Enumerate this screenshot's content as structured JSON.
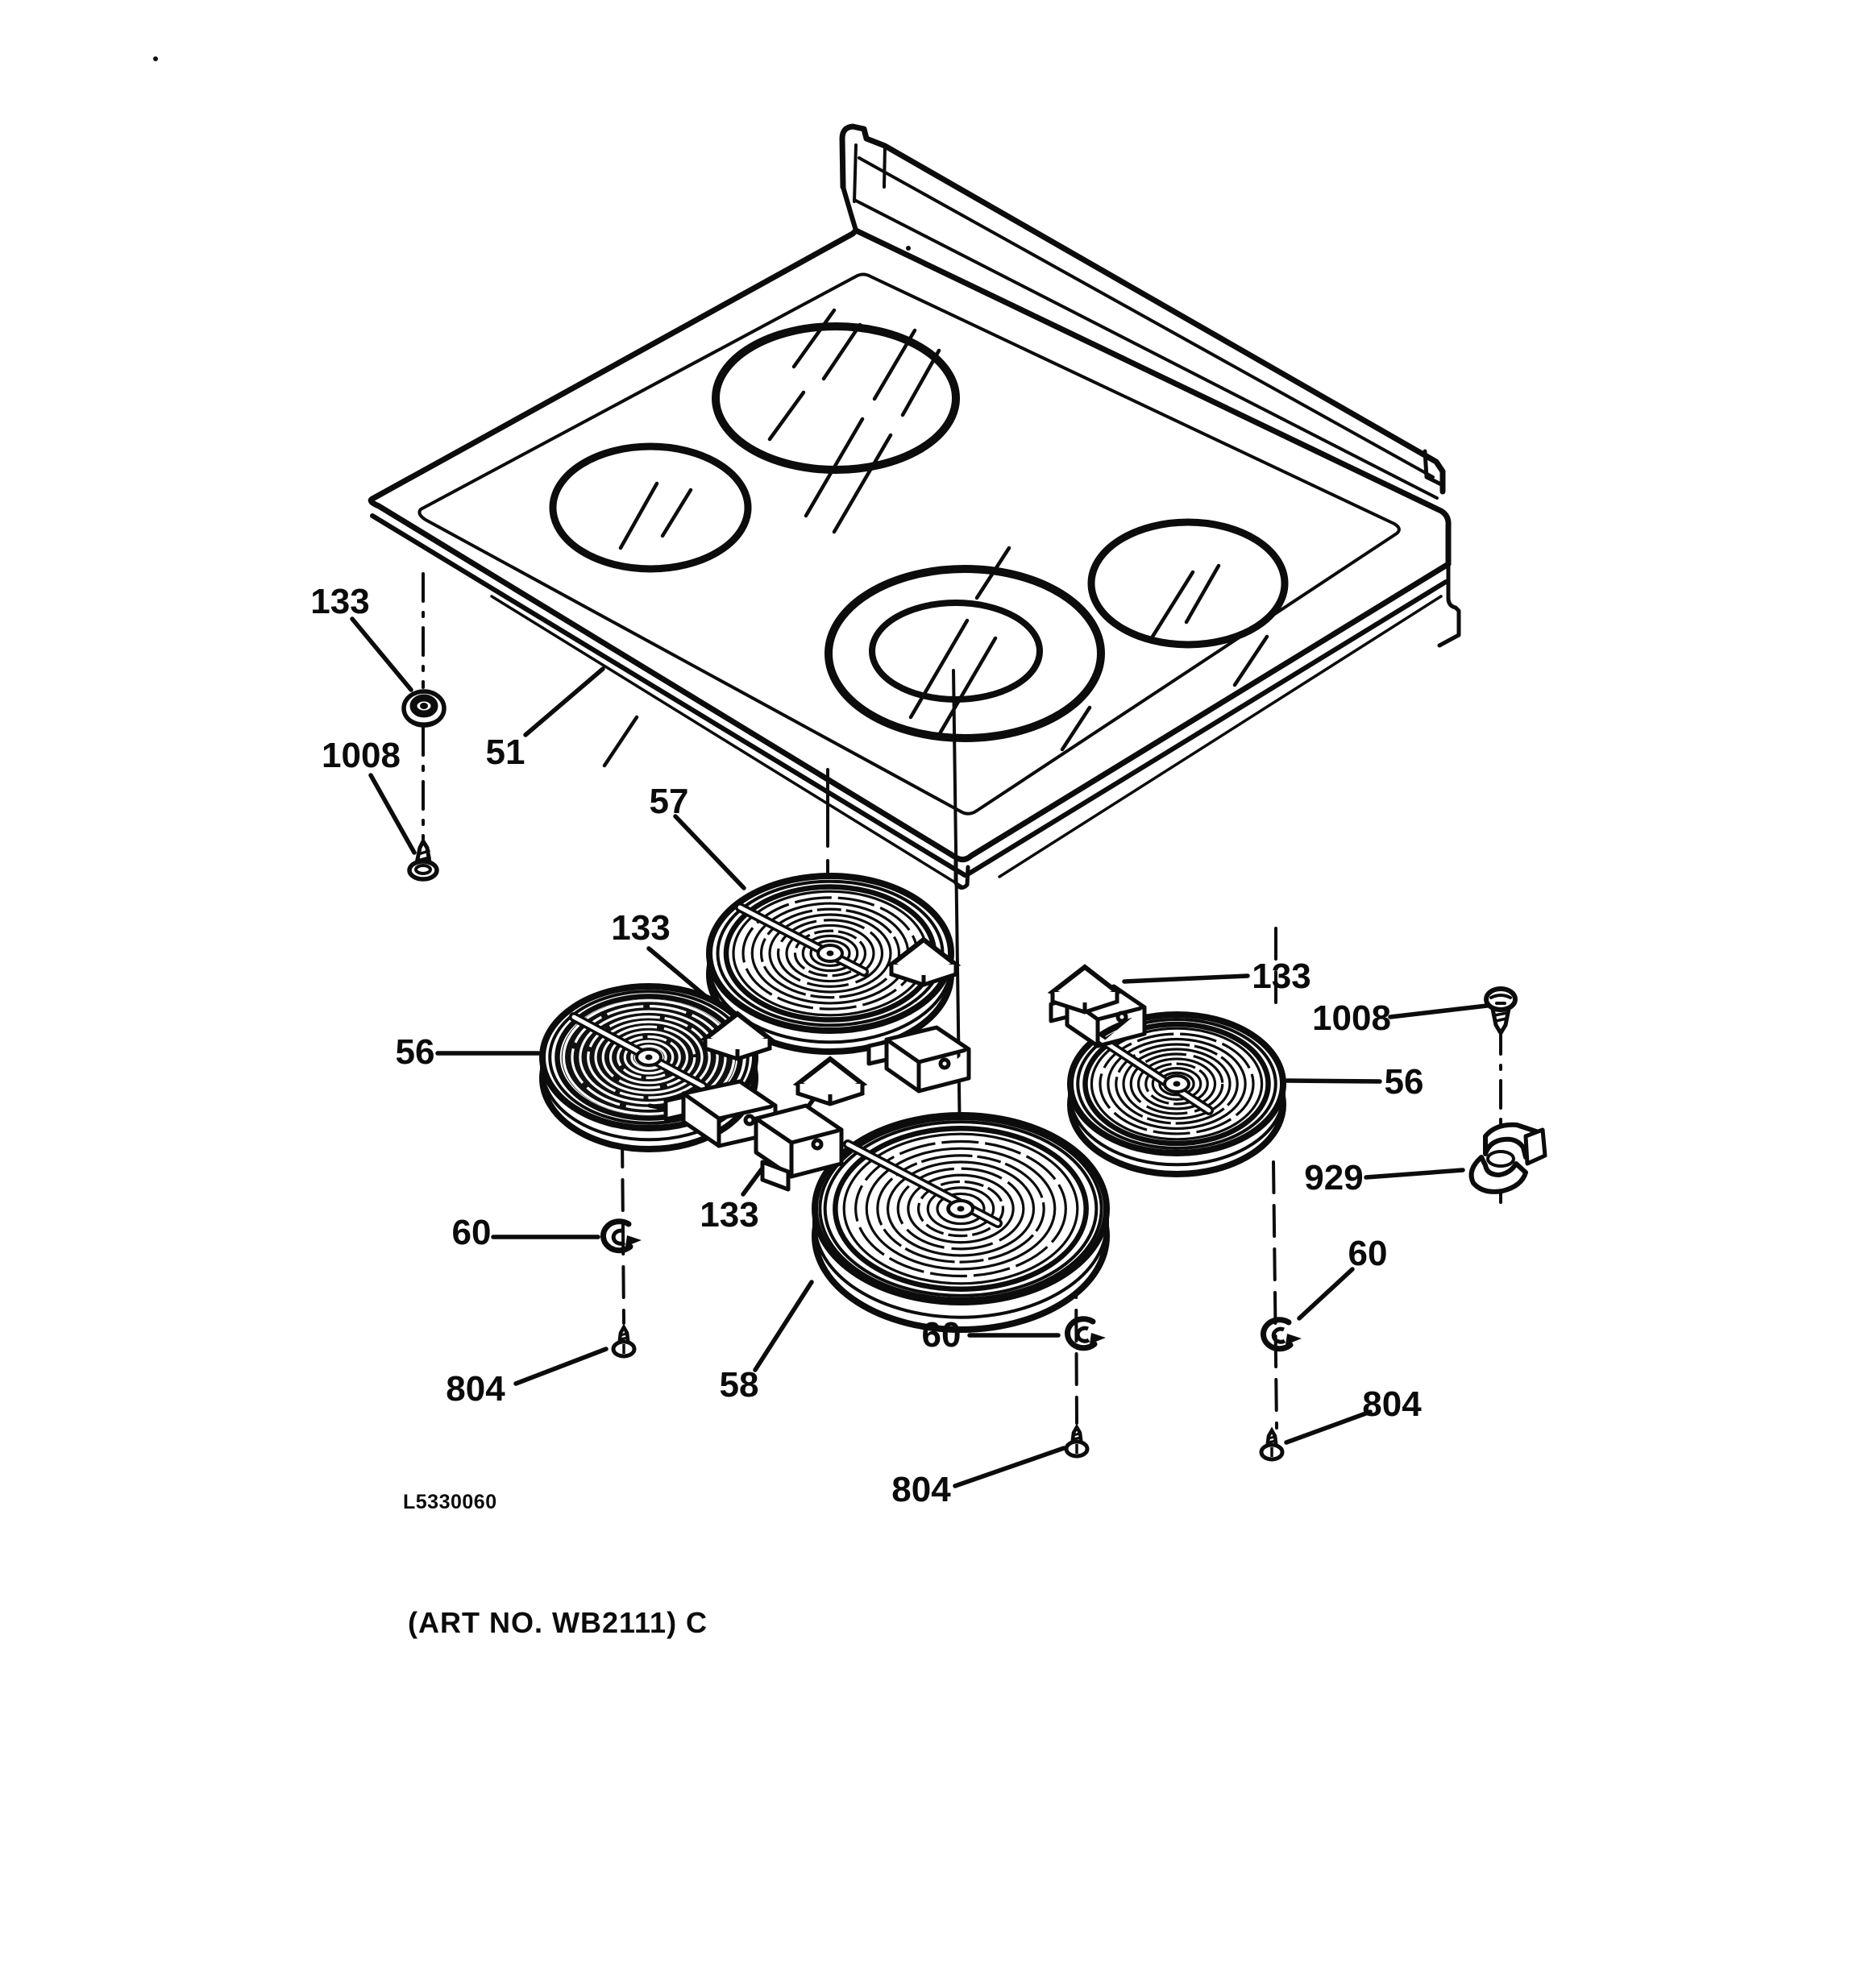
{
  "diagram": {
    "doc_code": "L5330060",
    "art_note": "(ART NO. WB2111) C",
    "callouts": [
      {
        "text": "133",
        "part": "grommet",
        "role": "grommet-top-left"
      },
      {
        "text": "1008",
        "part": "screw",
        "role": "screw-upper-left"
      },
      {
        "text": "51",
        "part": "glass-cooktop",
        "role": "main-top"
      },
      {
        "text": "57",
        "part": "radiant-element",
        "role": "element-center-rear"
      },
      {
        "text": "133",
        "part": "insulator-pad",
        "role": "pad-on-left-element"
      },
      {
        "text": "56",
        "part": "radiant-element",
        "role": "element-left"
      },
      {
        "text": "133",
        "part": "insulator-pad",
        "role": "pad-center-floating"
      },
      {
        "text": "58",
        "part": "radiant-element",
        "role": "element-front-center"
      },
      {
        "text": "60",
        "part": "clip",
        "role": "clip-left"
      },
      {
        "text": "804",
        "part": "screw",
        "role": "screw-bottom-left"
      },
      {
        "text": "60",
        "part": "clip",
        "role": "clip-center"
      },
      {
        "text": "804",
        "part": "screw",
        "role": "screw-bottom-center"
      },
      {
        "text": "133",
        "part": "insulator-pad",
        "role": "pad-right-floating"
      },
      {
        "text": "1008",
        "part": "screw",
        "role": "screw-upper-right"
      },
      {
        "text": "56",
        "part": "radiant-element",
        "role": "element-right"
      },
      {
        "text": "929",
        "part": "clamp",
        "role": "clamp-right"
      },
      {
        "text": "60",
        "part": "clip",
        "role": "clip-right"
      },
      {
        "text": "804",
        "part": "screw",
        "role": "screw-bottom-right"
      }
    ]
  },
  "colors": {
    "ink": "#0c0c0c",
    "paper": "#ffffff",
    "dark_coil": "#111111"
  }
}
